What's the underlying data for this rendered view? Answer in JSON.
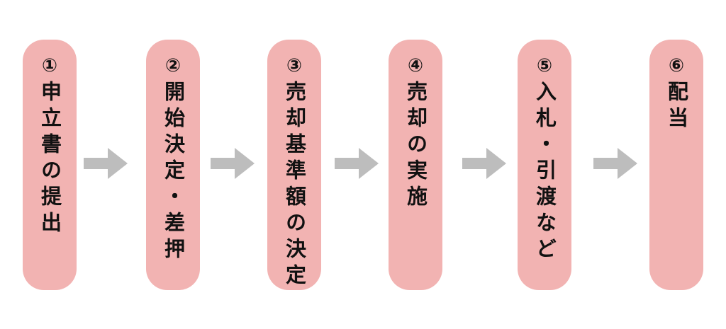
{
  "colors": {
    "box_fill": "#f2b3b2",
    "arrow_fill": "#bdbdbd",
    "text": "#111111"
  },
  "steps": [
    {
      "num": "①",
      "label": "申立書の提出"
    },
    {
      "num": "②",
      "label": "開始決定・差押"
    },
    {
      "num": "③",
      "label": "売却基準額の決定"
    },
    {
      "num": "④",
      "label": "売却の実施"
    },
    {
      "num": "⑤",
      "label": "入札・引渡など"
    },
    {
      "num": "⑥",
      "label": "配当"
    }
  ],
  "connectors": [
    {
      "icon": "right-arrow-icon"
    },
    {
      "icon": "right-arrow-icon"
    },
    {
      "icon": "right-arrow-icon"
    },
    {
      "icon": "right-arrow-icon"
    },
    {
      "icon": "right-arrow-icon"
    }
  ]
}
